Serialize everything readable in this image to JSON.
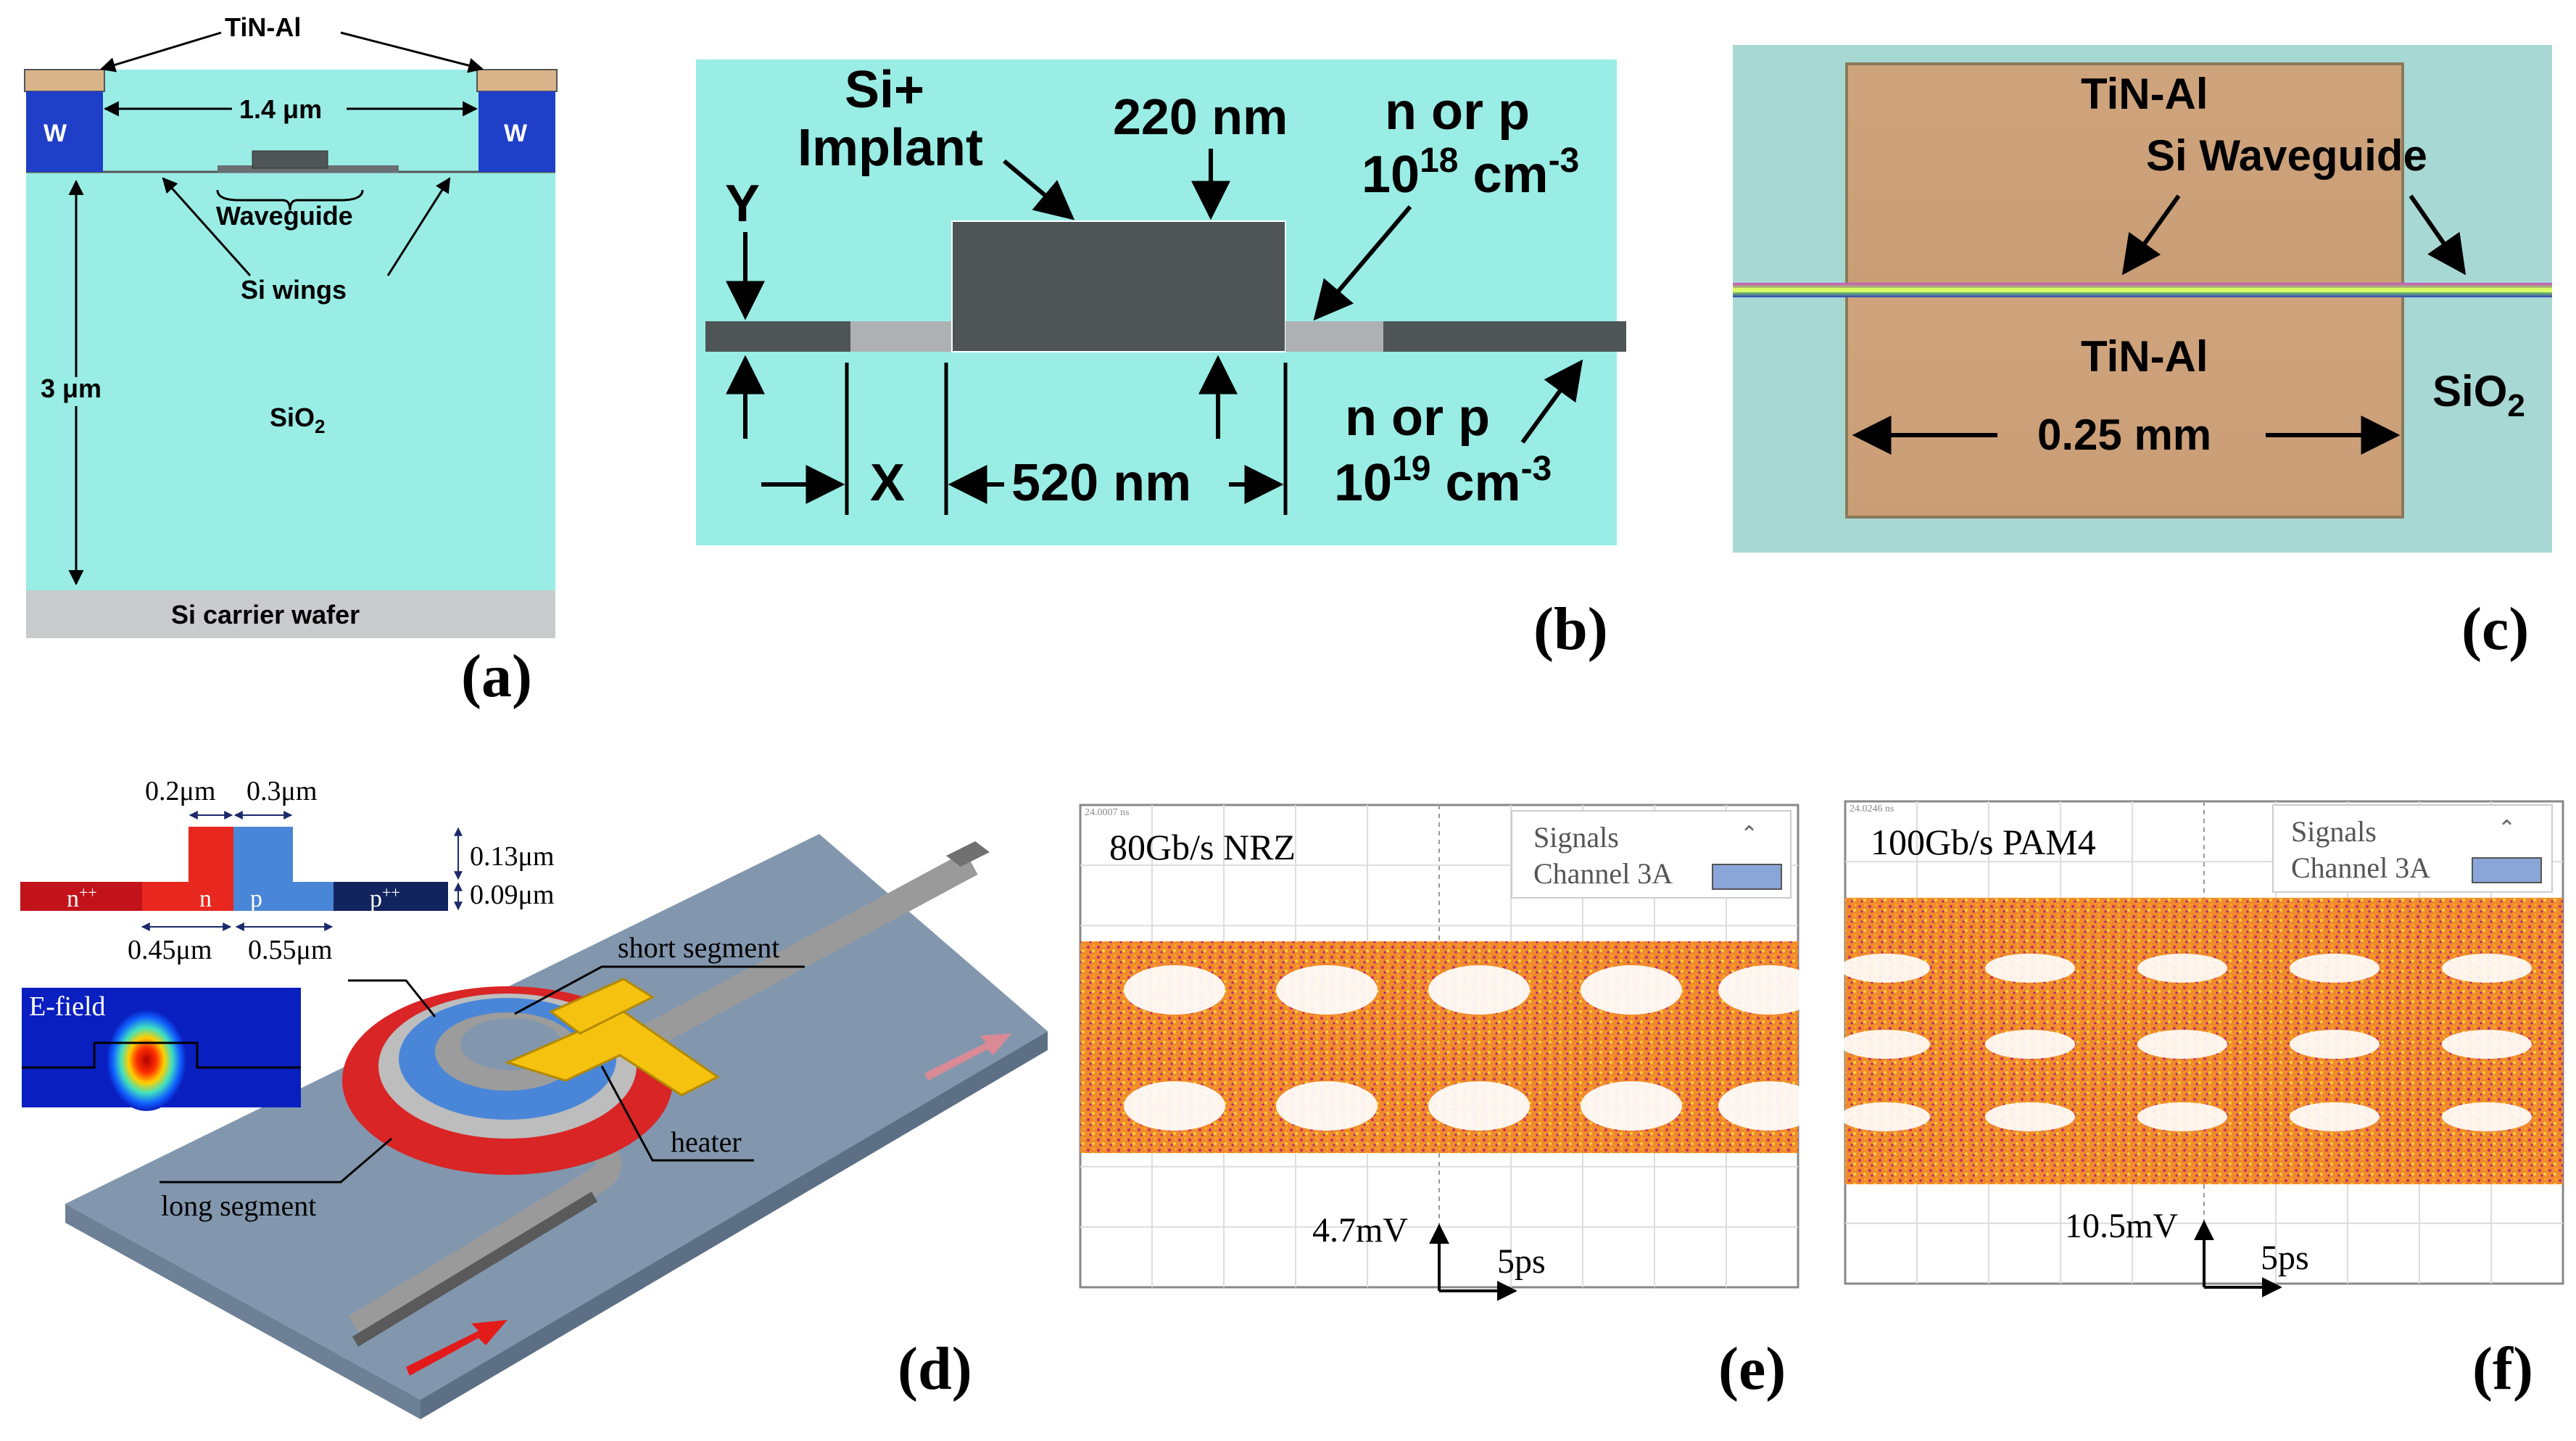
{
  "panel_labels": {
    "a": "(a)",
    "b": "(b)",
    "c": "(c)",
    "d": "(d)",
    "e": "(e)",
    "f": "(f)"
  },
  "panel_a": {
    "tin_al": "TiN-Al",
    "w_left": "W",
    "w_right": "W",
    "width": "1.4 μm",
    "waveguide": "Waveguide",
    "si_wings": "Si wings",
    "height": "3 μm",
    "sio2": "SiO",
    "sio2_sub": "2",
    "carrier": "Si carrier wafer"
  },
  "panel_b": {
    "implant_1": "Si+",
    "implant_2": "Implant",
    "thickness": "220 nm",
    "dopant_top_1": "n or p",
    "dopant_top_2a": "10",
    "dopant_top_2b": "18",
    "dopant_top_2c": " cm",
    "dopant_top_2d": "-3",
    "y_label": "Y",
    "x_label": "X",
    "width": "520 nm",
    "dopant_bot_1": "n or p",
    "dopant_bot_2a": "10",
    "dopant_bot_2b": "19",
    "dopant_bot_2c": " cm",
    "dopant_bot_2d": "-3"
  },
  "panel_c": {
    "tin_top": "TiN-Al",
    "waveguide": "Si Waveguide",
    "tin_bot": "TiN-Al",
    "width": "0.25 mm",
    "sio2": "SiO",
    "sio2_sub": "2"
  },
  "panel_d": {
    "d1": "0.2μm",
    "d2": "0.3μm",
    "d3": "0.13μm",
    "d4": "0.09μm",
    "d5": "0.45μm",
    "d6": "0.55μm",
    "n_pp": "n",
    "n_pp_sup": "++",
    "n": "n",
    "p": "p",
    "p_pp": "p",
    "p_pp_sup": "++",
    "efield": "E-field",
    "short_segment": "short segment",
    "long_segment": "long segment",
    "heater": "heater"
  },
  "panel_e": {
    "title": "80Gb/s NRZ",
    "legend_title": "Signals",
    "legend_item": "Channel 3A",
    "voltage": "4.7mV",
    "time": "5ps",
    "corner": "24.0007 ns"
  },
  "panel_f": {
    "title": "100Gb/s PAM4",
    "legend_title": "Signals",
    "legend_item": "Channel 3A",
    "voltage": "10.5mV",
    "time": "5ps",
    "corner": "24.0246 ns"
  },
  "colors": {
    "cyan": "#99EDE5",
    "tungsten": "#1F3FC9",
    "tin_al": "#D9B48A",
    "si_dark": "#4F5457",
    "si_light": "#AEB1B3",
    "carrier": "#C9CBCC",
    "n_red": "#E8271E",
    "p_blue": "#4A86D8",
    "heater": "#F5C20F"
  }
}
